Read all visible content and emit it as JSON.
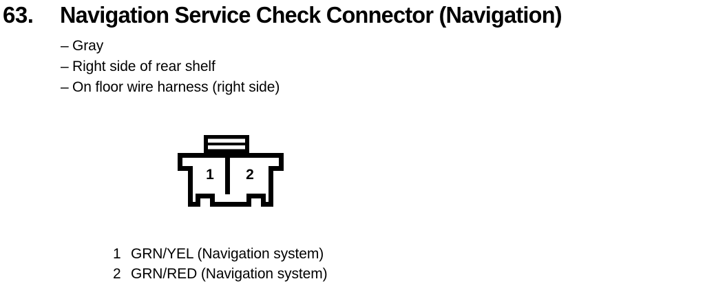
{
  "page": {
    "background_color": "#ffffff",
    "ink_color": "#000000"
  },
  "heading": {
    "number": "63.",
    "title": "Navigation Service Check Connector (Navigation)"
  },
  "specs": {
    "bullet": "–",
    "items": [
      {
        "text": "Gray"
      },
      {
        "text": "Right side of rear shelf"
      },
      {
        "text": "On floor wire harness (right side)"
      }
    ]
  },
  "connector": {
    "name": "2-pin connector outline",
    "cavity_count": 2,
    "pin_labels": [
      "1",
      "2"
    ],
    "latch_slots": 2
  },
  "pin_legend": {
    "rows": [
      {
        "number": "1",
        "description": "GRN/YEL (Navigation system)"
      },
      {
        "number": "2",
        "description": "GRN/RED (Navigation system)"
      }
    ]
  }
}
